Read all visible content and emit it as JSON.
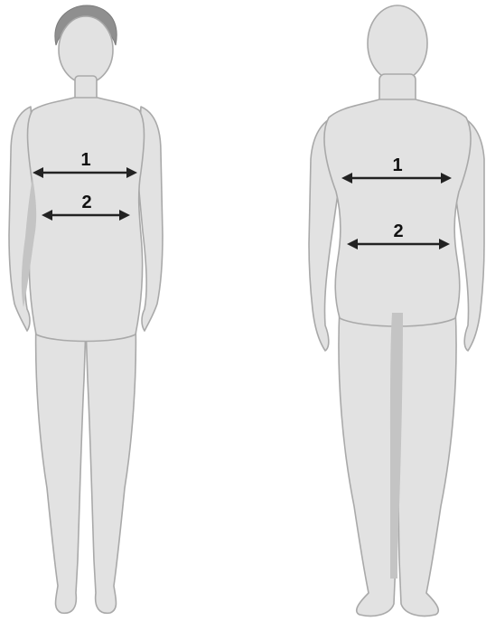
{
  "figures": [
    {
      "id": "female",
      "measurements": [
        {
          "label": "1"
        },
        {
          "label": "2"
        }
      ]
    },
    {
      "id": "male",
      "measurements": [
        {
          "label": "1"
        },
        {
          "label": "2"
        }
      ]
    }
  ],
  "colors": {
    "body": "#e2e2e2",
    "outline": "#a9a9a9",
    "shade": "#c4c4c4",
    "hair": "#8f8f8f",
    "line": "#222222"
  }
}
